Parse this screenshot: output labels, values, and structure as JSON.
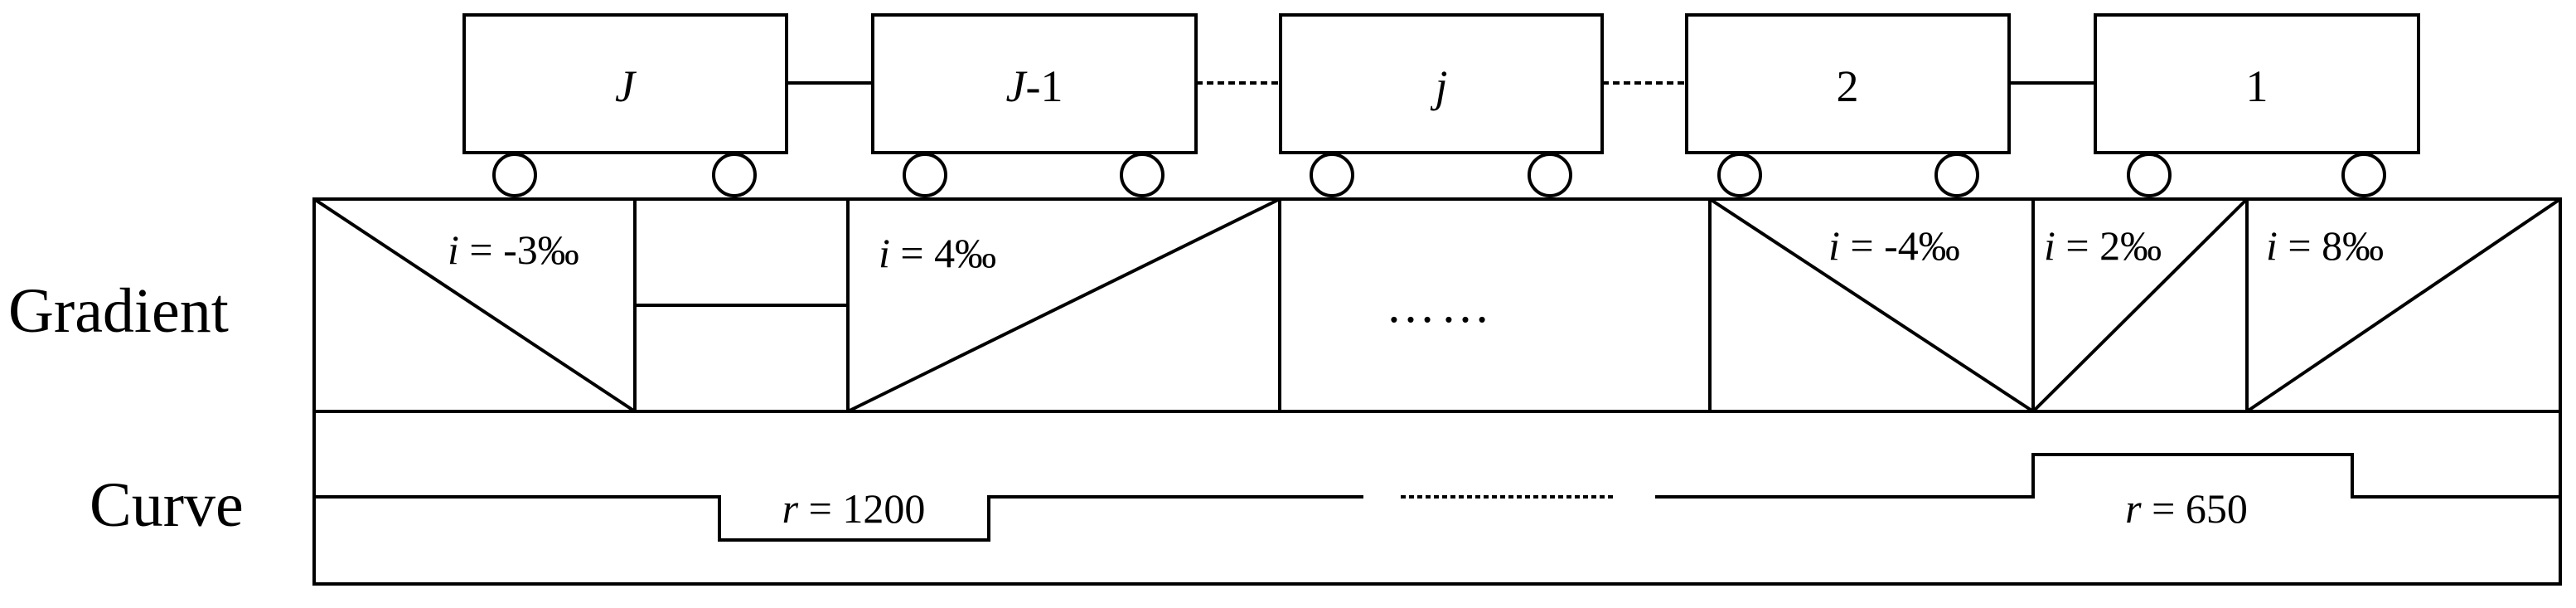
{
  "rows": {
    "gradient_label": "Gradient",
    "curve_label": "Curve"
  },
  "cars": [
    {
      "label": "J",
      "italic": true,
      "suffix": ""
    },
    {
      "label": "J",
      "italic": true,
      "suffix": "-1"
    },
    {
      "label": "j",
      "italic": true,
      "suffix": ""
    },
    {
      "label": "2",
      "italic": false,
      "suffix": ""
    },
    {
      "label": "1",
      "italic": false,
      "suffix": ""
    }
  ],
  "gradients": [
    {
      "symbol": "i",
      "text": " = -3‰"
    },
    {
      "symbol": "i",
      "text": " = 4‰"
    },
    {
      "symbol": "i",
      "text": " = -4‰"
    },
    {
      "symbol": "i",
      "text": " = 2‰"
    },
    {
      "symbol": "i",
      "text": " = 8‰"
    }
  ],
  "gradient_ellipsis": "……",
  "curves": [
    {
      "symbol": "r",
      "text": " = 1200"
    },
    {
      "symbol": "r",
      "text": " = 650"
    }
  ]
}
